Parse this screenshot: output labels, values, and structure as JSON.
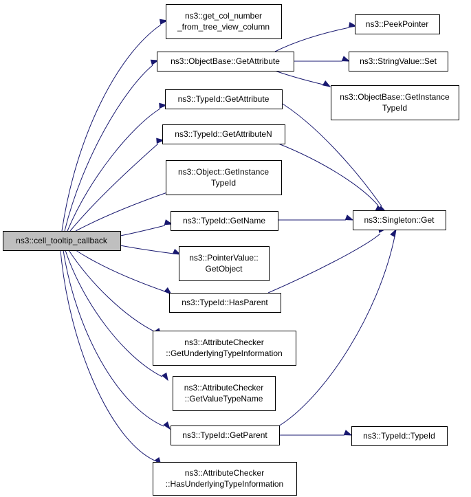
{
  "graph": {
    "root": "cell_tooltip_callback",
    "nodes": [
      {
        "id": "cell_tooltip_callback",
        "lines": [
          "ns3::cell_tooltip_callback"
        ],
        "root": true
      },
      {
        "id": "get_col_number",
        "lines": [
          "ns3::get_col_number",
          "_from_tree_view_column"
        ]
      },
      {
        "id": "objectbase_getattribute",
        "lines": [
          "ns3::ObjectBase::GetAttribute"
        ]
      },
      {
        "id": "typeid_getattribute",
        "lines": [
          "ns3::TypeId::GetAttribute"
        ]
      },
      {
        "id": "typeid_getattributen",
        "lines": [
          "ns3::TypeId::GetAttributeN"
        ]
      },
      {
        "id": "object_getinstancetypeid",
        "lines": [
          "ns3::Object::GetInstance",
          "TypeId"
        ]
      },
      {
        "id": "typeid_getname",
        "lines": [
          "ns3::TypeId::GetName"
        ]
      },
      {
        "id": "pointervalue_getobject",
        "lines": [
          "ns3::PointerValue::",
          "GetObject"
        ]
      },
      {
        "id": "typeid_hasparent",
        "lines": [
          "ns3::TypeId::HasParent"
        ]
      },
      {
        "id": "attrchecker_getunderlying",
        "lines": [
          "ns3::AttributeChecker",
          "::GetUnderlyingTypeInformation"
        ]
      },
      {
        "id": "attrchecker_getvaluetypename",
        "lines": [
          "ns3::AttributeChecker",
          "::GetValueTypeName"
        ]
      },
      {
        "id": "typeid_getparent",
        "lines": [
          "ns3::TypeId::GetParent"
        ]
      },
      {
        "id": "attrchecker_hasunderlying",
        "lines": [
          "ns3::AttributeChecker",
          "::HasUnderlyingTypeInformation"
        ]
      },
      {
        "id": "peekpointer",
        "lines": [
          "ns3::PeekPointer"
        ]
      },
      {
        "id": "stringvalue_set",
        "lines": [
          "ns3::StringValue::Set"
        ]
      },
      {
        "id": "objectbase_getinstancetypeid",
        "lines": [
          "ns3::ObjectBase::GetInstance",
          "TypeId"
        ]
      },
      {
        "id": "singleton_get",
        "lines": [
          "ns3::Singleton::Get"
        ]
      },
      {
        "id": "typeid_typeid",
        "lines": [
          "ns3::TypeId::TypeId"
        ]
      }
    ],
    "edges": [
      {
        "from": "cell_tooltip_callback",
        "to": "get_col_number"
      },
      {
        "from": "cell_tooltip_callback",
        "to": "objectbase_getattribute"
      },
      {
        "from": "cell_tooltip_callback",
        "to": "typeid_getattribute"
      },
      {
        "from": "cell_tooltip_callback",
        "to": "typeid_getattributen"
      },
      {
        "from": "cell_tooltip_callback",
        "to": "object_getinstancetypeid"
      },
      {
        "from": "cell_tooltip_callback",
        "to": "typeid_getname"
      },
      {
        "from": "cell_tooltip_callback",
        "to": "pointervalue_getobject"
      },
      {
        "from": "cell_tooltip_callback",
        "to": "typeid_hasparent"
      },
      {
        "from": "cell_tooltip_callback",
        "to": "attrchecker_getunderlying"
      },
      {
        "from": "cell_tooltip_callback",
        "to": "attrchecker_getvaluetypename"
      },
      {
        "from": "cell_tooltip_callback",
        "to": "typeid_getparent"
      },
      {
        "from": "cell_tooltip_callback",
        "to": "attrchecker_hasunderlying"
      },
      {
        "from": "objectbase_getattribute",
        "to": "peekpointer"
      },
      {
        "from": "objectbase_getattribute",
        "to": "stringvalue_set"
      },
      {
        "from": "objectbase_getattribute",
        "to": "objectbase_getinstancetypeid"
      },
      {
        "from": "typeid_getattribute",
        "to": "singleton_get"
      },
      {
        "from": "typeid_getattributen",
        "to": "singleton_get"
      },
      {
        "from": "typeid_getname",
        "to": "singleton_get"
      },
      {
        "from": "typeid_hasparent",
        "to": "singleton_get"
      },
      {
        "from": "typeid_getparent",
        "to": "singleton_get"
      },
      {
        "from": "typeid_getparent",
        "to": "typeid_typeid"
      }
    ]
  },
  "colors": {
    "edge": "#191970",
    "root_fill": "#bfbfbf",
    "node_fill": "#ffffff",
    "node_border": "#000000"
  }
}
